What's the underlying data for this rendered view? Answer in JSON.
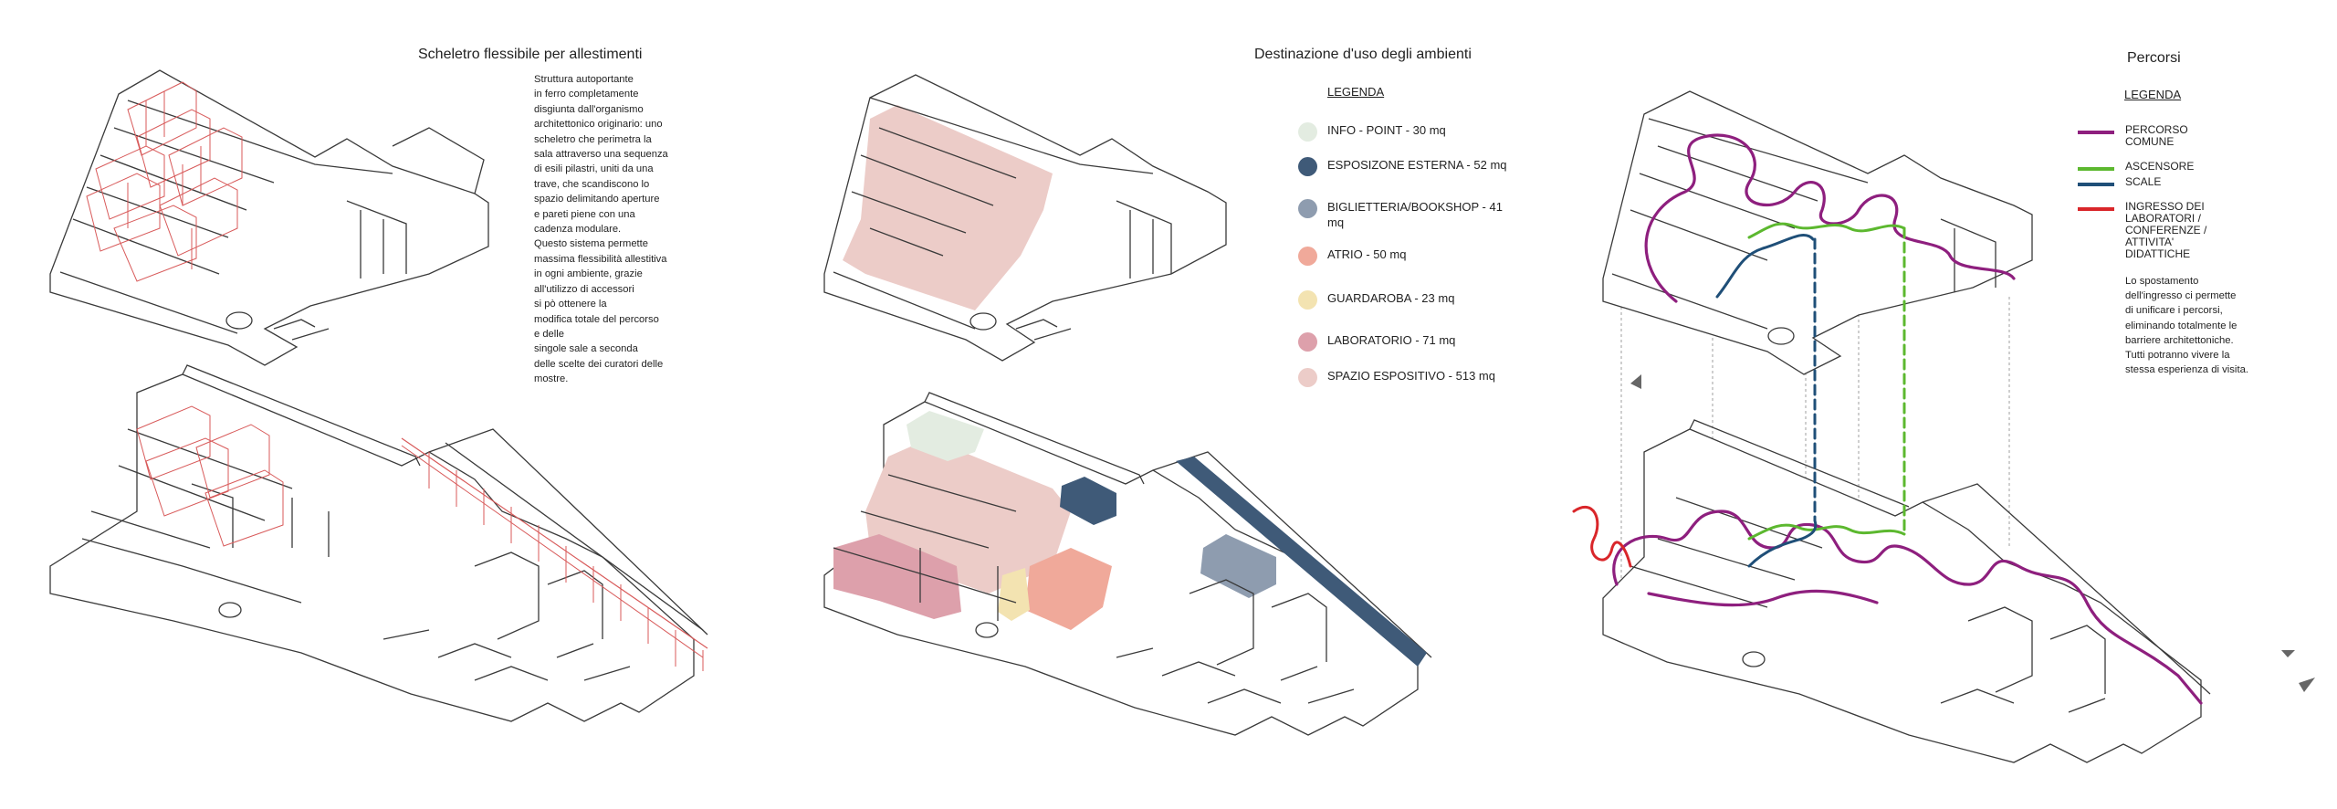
{
  "panels": [
    {
      "title": "Scheletro flessibile per allestimenti",
      "description": [
        "Struttura autoportante",
        "in ferro completamente",
        "disgiunta dall'organismo",
        "architettonico originario: uno",
        "scheletro che perimetra la",
        "sala attraverso una sequenza",
        "di esili pilastri, uniti da una",
        "trave, che scandiscono lo",
        "spazio delimitando aperture",
        "e pareti piene con una",
        "cadenza modulare.",
        "Questo sistema permette",
        "massima flessibilità allestitiva",
        "in ogni ambiente, grazie",
        "all'utilizzo di accessori",
        "si pò ottenere la",
        "modifica totale del percorso",
        "e delle",
        "singole sale a seconda",
        "delle scelte dei curatori delle",
        "mostre."
      ]
    },
    {
      "title": "Destinazione d'uso degli ambienti",
      "legend_title": "LEGENDA",
      "legend": [
        {
          "label": "INFO - POINT - 30 mq",
          "color": "#e3ece1"
        },
        {
          "label": "ESPOSIZONE ESTERNA - 52 mq",
          "color": "#3f5a78"
        },
        {
          "label": "BIGLIETTERIA/BOOKSHOP - 41 mq",
          "color": "#8e9caf"
        },
        {
          "label": "ATRIO - 50 mq",
          "color": "#f0a99a"
        },
        {
          "label": "GUARDAROBA - 23 mq",
          "color": "#f3e3b1"
        },
        {
          "label": "LABORATORIO - 71 mq",
          "color": "#dda0ab"
        },
        {
          "label": "SPAZIO ESPOSITIVO - 513 mq",
          "color": "#ecccc8"
        }
      ]
    },
    {
      "title": "Percorsi",
      "legend_title": "LEGENDA",
      "legend": [
        {
          "label": "PERCORSO COMUNE",
          "color": "#8e1f7e"
        },
        {
          "label": "ASCENSORE",
          "color": "#5cb82f"
        },
        {
          "label": "SCALE",
          "color": "#1f4f78"
        },
        {
          "label": "INGRESSO DEI LABORATORI / CONFERENZE / ATTIVITA' DIDATTICHE",
          "color": "#d9262a"
        }
      ],
      "note": [
        "Lo spostamento",
        "dell'ingresso ci permette",
        "di unificare i percorsi,",
        "eliminando totalmente le",
        "barriere architettoniche.",
        "Tutti potranno vivere la",
        "stessa esperienza di visita."
      ]
    }
  ]
}
